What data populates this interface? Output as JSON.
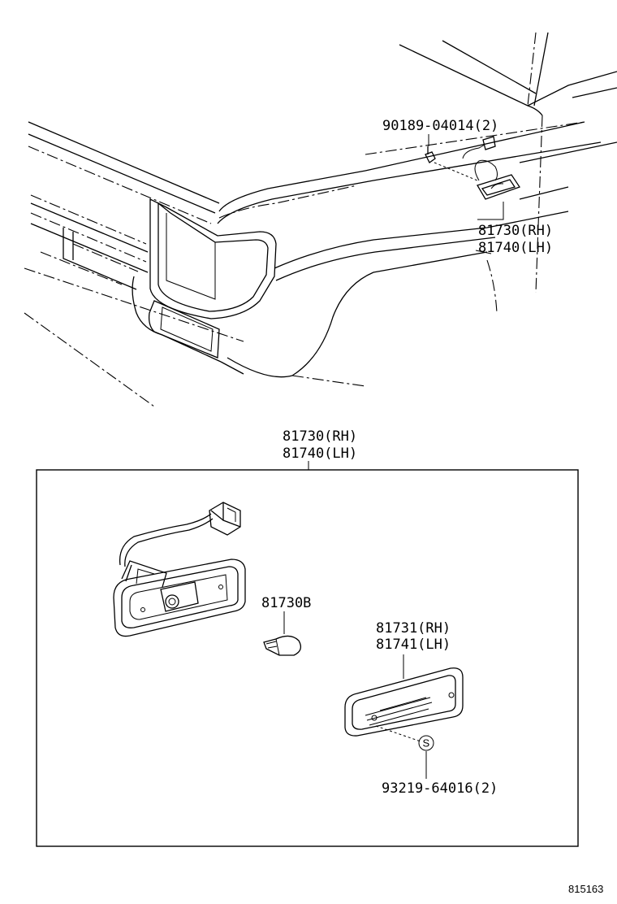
{
  "labels": {
    "bolt_part": "90189-04014(2)",
    "lamp_rh_top": "81730(RH)",
    "lamp_lh_top": "81740(LH)",
    "assembly_rh": "81730(RH)",
    "assembly_lh": "81740(LH)",
    "bulb_part": "81730B",
    "lens_rh": "81731(RH)",
    "lens_lh": "81741(LH)",
    "screw_symbol": "S",
    "screw_part": "93219-64016(2)",
    "diagram_id": "815163"
  }
}
